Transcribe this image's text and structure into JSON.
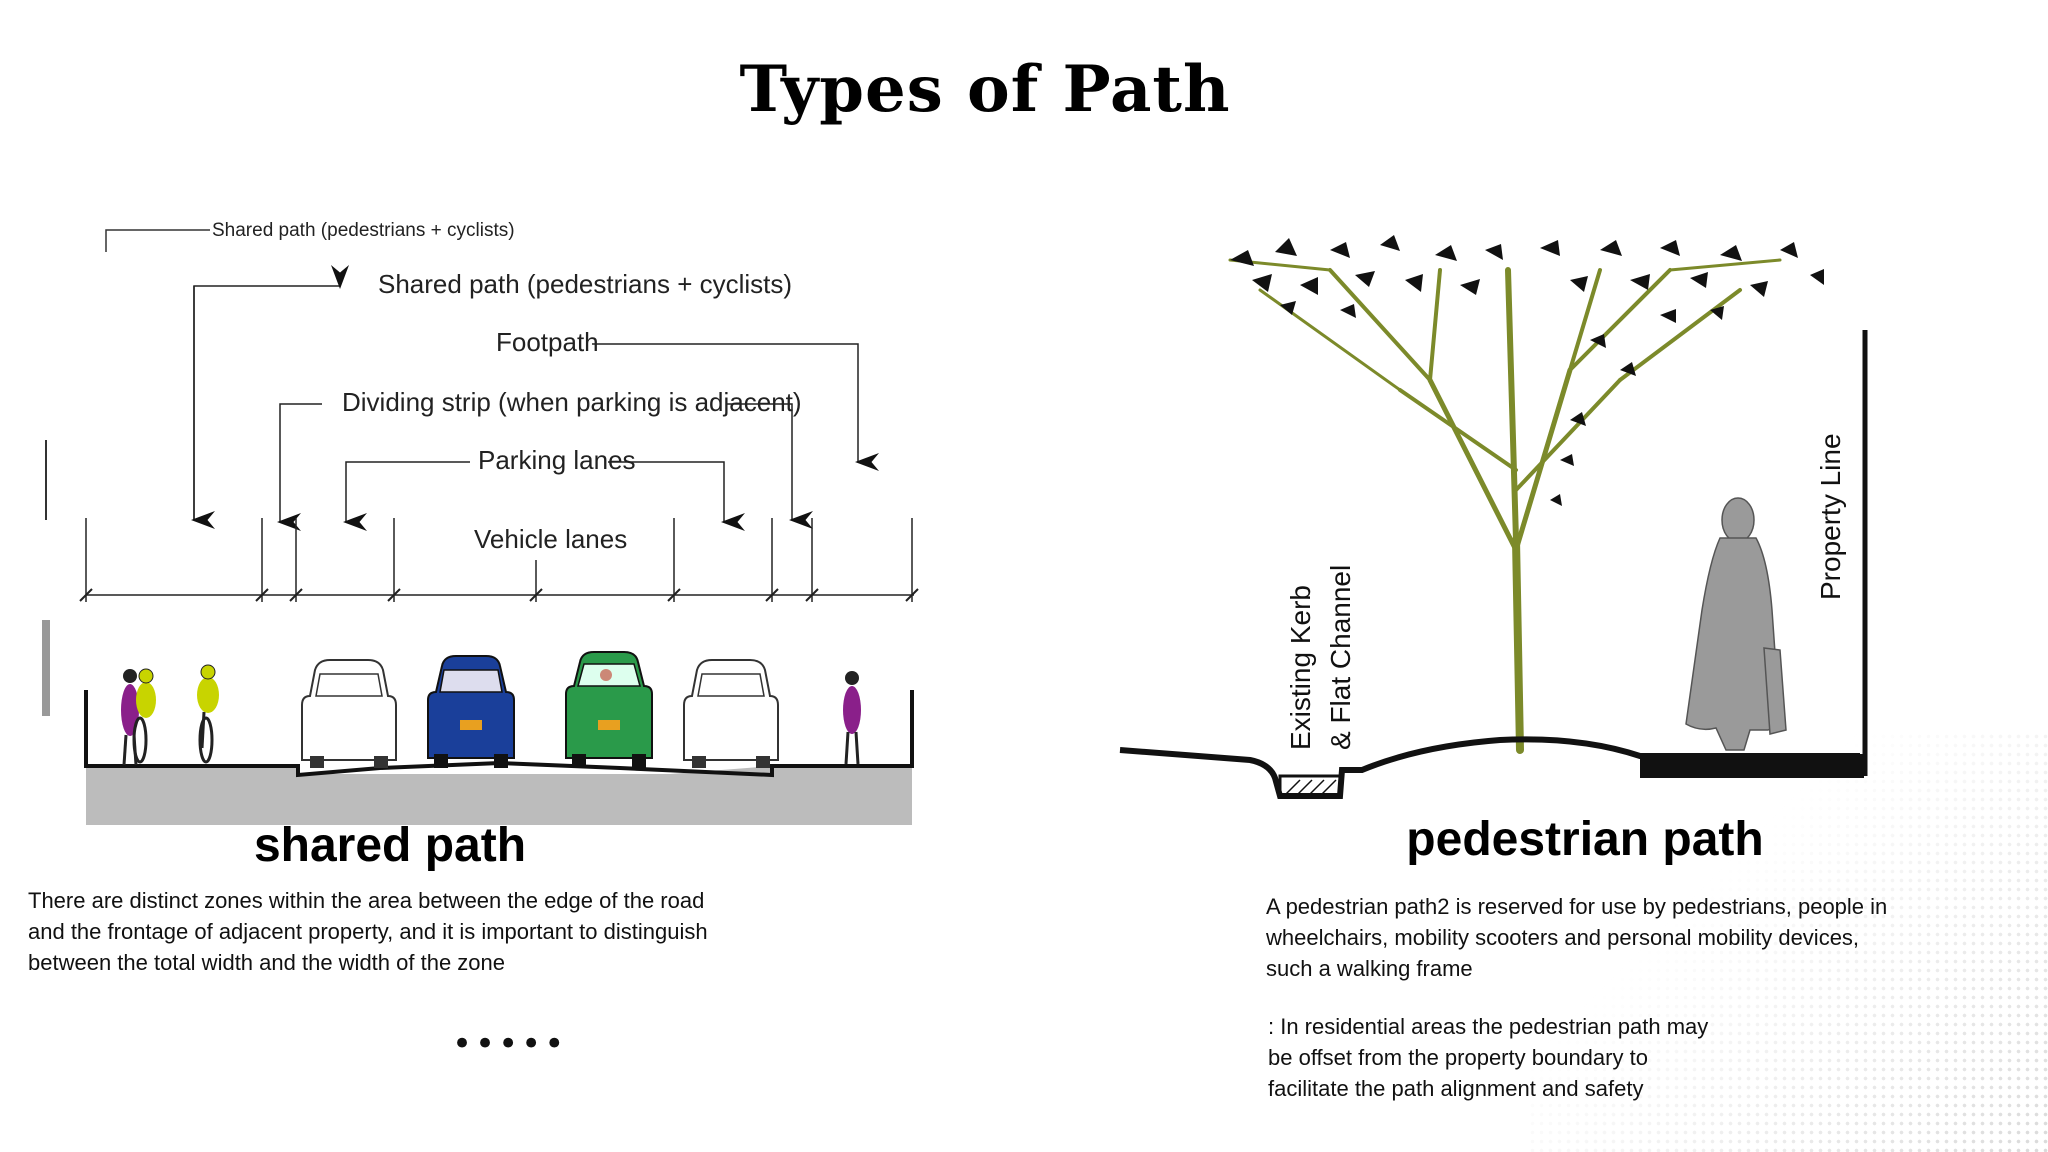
{
  "title": "Types of Path",
  "left_figure": {
    "labels": {
      "shared_path_top": "Shared path (pedestrians + cyclists)",
      "shared_path": "Shared path (pedestrians + cyclists)",
      "footpath": "Footpath",
      "dividing_strip": "Dividing strip (when parking is adjacent)",
      "parking_lanes": "Parking lanes",
      "vehicle_lanes": "Vehicle lanes"
    },
    "colors": {
      "road": "#bcbcbc",
      "blue_car": "#1a3f9a",
      "green_car": "#2a9a4a",
      "cyclist": "#c8d400",
      "pedestrian": "#8a1f8a"
    }
  },
  "right_figure": {
    "labels": {
      "kerb": [
        "Existing Kerb",
        "& Flat Channel"
      ],
      "property_line": "Property Line"
    },
    "colors": {
      "trunk": "#7c8a2a",
      "person": "#9a9a9a"
    }
  },
  "left_section": {
    "caption": "shared path",
    "text": [
      "There are distinct zones within the area between the edge of the road",
      "and the frontage of adjacent property, and it is important to distinguish",
      "between the total width and the width of the zone"
    ],
    "more": "•••••"
  },
  "right_section": {
    "caption": "pedestrian path",
    "text": [
      "A pedestrian path2 is reserved for use by pedestrians, people in",
      "wheelchairs, mobility scooters and personal mobility devices,",
      "such a walking frame"
    ],
    "note": [
      ": In residential areas the pedestrian path may",
      "be offset from the property boundary to",
      "facilitate the path alignment and safety"
    ]
  }
}
